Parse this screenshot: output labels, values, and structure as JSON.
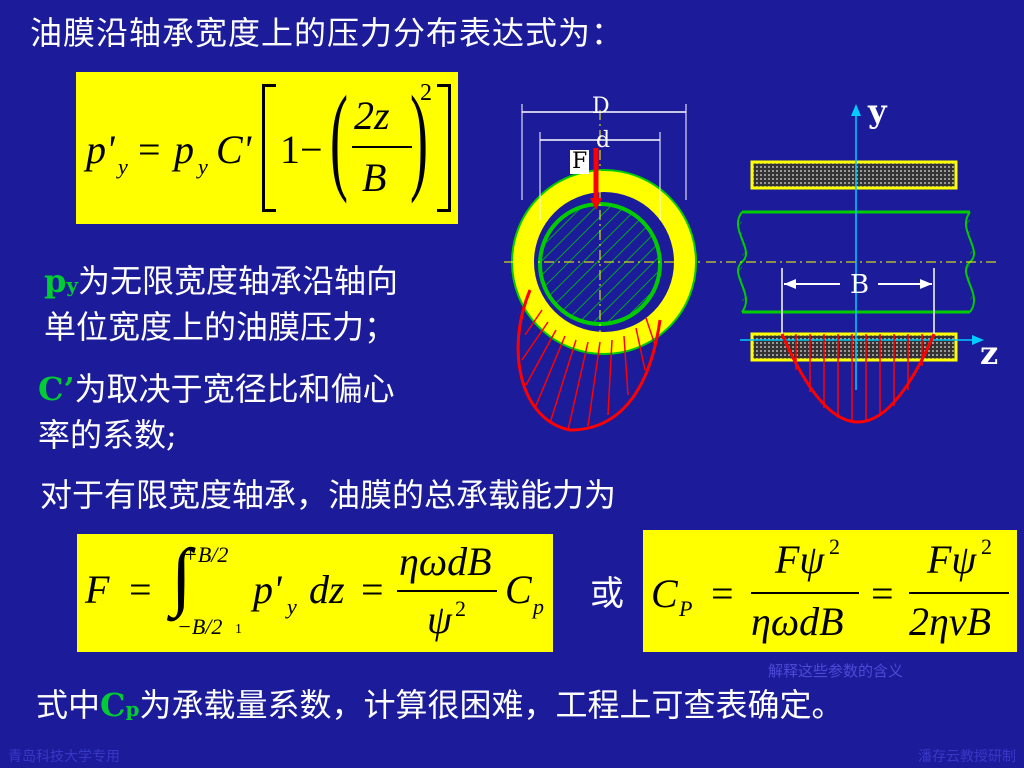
{
  "title": "油膜沿轴承宽度上的压力分布表达式为：",
  "desc": {
    "py_symbol": "p",
    "py_sub": "y",
    "py_text_1": "为无限宽度轴承沿轴向",
    "py_text_2": "单位宽度上的油膜压力；",
    "c_symbol": "C’",
    "c_text_1": "为取决于宽径比和偏心",
    "c_text_2": "率的系数;",
    "finite_text": "对于有限宽度轴承，油膜的总承载能力为",
    "or_text": "或",
    "bottom_pre": "式中",
    "bottom_cp_symbol": "C",
    "bottom_cp_sub": "p",
    "bottom_post": "为承载量系数，计算很困难，工程上可查表确定。"
  },
  "formula1": {
    "lhs": "p'",
    "lhs_sub": "y",
    "eq": "=",
    "p": "p",
    "p_sub": "y",
    "c": "C'",
    "one_minus": "1−",
    "num": "2z",
    "den": "B",
    "exp": "2"
  },
  "formula2": {
    "F": "F",
    "eq": "=",
    "int": "∫",
    "upper": "+B/2",
    "lower": "−B/2",
    "lower_sub": "1",
    "integrand": "p'",
    "integrand_sub": "y",
    "dz": "dz",
    "eq2": "=",
    "num": "ηωdB",
    "den": "ψ",
    "den_exp": "2",
    "cp": "C",
    "cp_sub": "p"
  },
  "formula3": {
    "cp": "C",
    "cp_sub": "P",
    "eq": "=",
    "num1": "Fψ",
    "num1_exp": "2",
    "den1": "ηωdB",
    "eq2": "=",
    "num2": "Fψ",
    "num2_exp": "2",
    "den2": "2ηνB"
  },
  "diagram": {
    "label_D": "D",
    "label_d": "d",
    "label_F": "F",
    "label_y": "y",
    "label_z": "z",
    "label_B": "B"
  },
  "note": "解释这些参数的含义",
  "footer_left": "青岛科技大学专用",
  "footer_right": "潘存云教授研制",
  "colors": {
    "background": "#1c1c9a",
    "formula_box": "#ffff00",
    "symbol_green": "#00cc33",
    "pressure_red": "#ff0000",
    "journal_green": "#00cc00"
  }
}
